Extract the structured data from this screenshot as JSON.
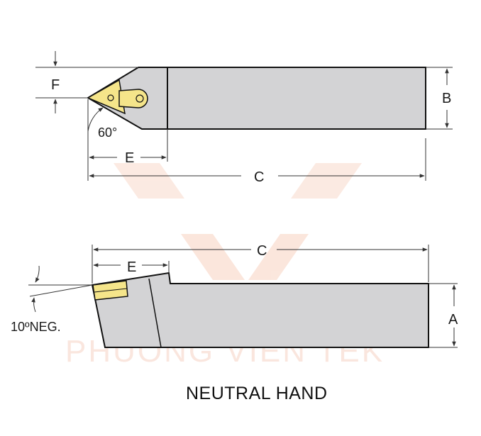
{
  "top_view": {
    "labels": {
      "f": "F",
      "b": "B",
      "e": "E",
      "c": "C",
      "angle": "60°"
    }
  },
  "side_view": {
    "labels": {
      "c": "C",
      "e": "E",
      "a": "A",
      "rake": "10ºNEG."
    }
  },
  "caption": "NEUTRAL HAND",
  "watermark": "PHUONG VIEN TEK",
  "colors": {
    "body": "#d3d3d5",
    "insert": "#f5e58a",
    "outline": "#111111",
    "watermark": "#f6d2c4"
  }
}
